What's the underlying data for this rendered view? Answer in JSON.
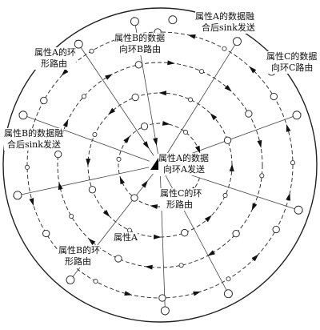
{
  "sink_icon": "sink-triangle-icon",
  "labels": {
    "attr_a_fusion_sink": [
      "属性A的数据融",
      "合后sink发送"
    ],
    "attr_b_to_ring_b": [
      "属性B的数据",
      "向环B路由"
    ],
    "attr_a_ring_route": [
      "属性A的环",
      "形路由"
    ],
    "attr_c_to_ring_c": [
      "属性C的数据",
      "向环C路由"
    ],
    "attr_b_fusion_sink": [
      "属性B的数据融",
      "合后sink发送"
    ],
    "attr_a_to_ring_a": [
      "属性A的数据",
      "向环A发送"
    ],
    "attr_c_ring_route": [
      "属性C的环",
      "形路由"
    ],
    "attr_a": "属性A",
    "attr_b_ring_route": [
      "属性B的环",
      "形路由"
    ]
  }
}
